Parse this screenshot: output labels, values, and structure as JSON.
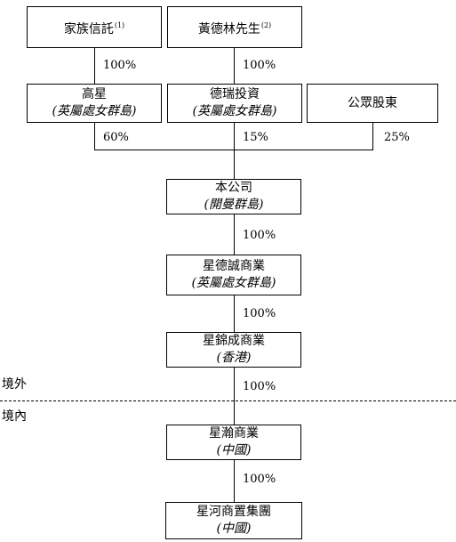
{
  "entities": {
    "family_trust": {
      "name": "家族信託",
      "note": "(1)"
    },
    "mr_huang": {
      "name": "黃德林先生",
      "note": "(2)"
    },
    "gaoxing": {
      "name": "高星",
      "place": "(英屬處女群島)"
    },
    "derui": {
      "name": "德瑞投資",
      "place": "(英屬處女群島)"
    },
    "public": {
      "name": "公眾股東"
    },
    "company": {
      "name": "本公司",
      "place": "(開曼群島)"
    },
    "xingdecheng": {
      "name": "星德誠商業",
      "place": "(英屬處女群島)"
    },
    "xingjincheng": {
      "name": "星錦成商業",
      "place": "(香港)"
    },
    "xinghan": {
      "name": "星瀚商業",
      "place": "(中國)"
    },
    "xinghe": {
      "name": "星河商置集團",
      "place": "(中國)"
    }
  },
  "percentages": {
    "trust_to_gaoxing": "100%",
    "huang_to_derui": "100%",
    "gaoxing_share": "60%",
    "derui_share": "15%",
    "public_share": "25%",
    "company_to_xingdecheng": "100%",
    "xingdecheng_to_xingjincheng": "100%",
    "xingjincheng_to_xinghan": "100%",
    "xinghan_to_xinghe": "100%"
  },
  "zones": {
    "offshore": "境外",
    "onshore": "境內"
  }
}
